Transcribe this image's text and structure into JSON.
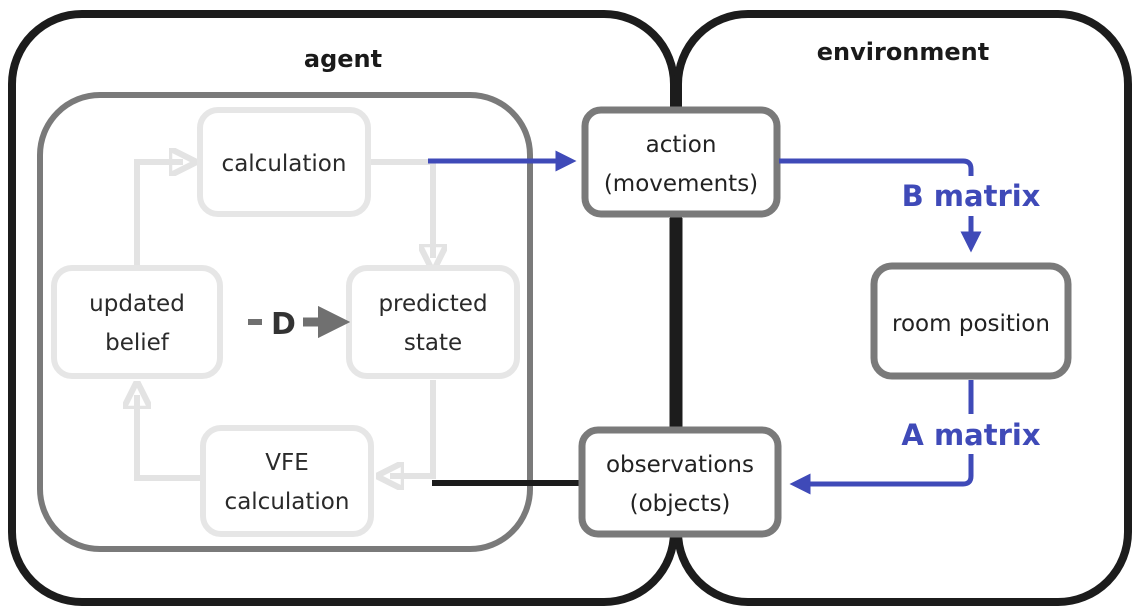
{
  "panels": {
    "agent": {
      "title": "agent"
    },
    "environment": {
      "title": "environment"
    }
  },
  "loop": {
    "calculation": "calculation",
    "updated_belief": [
      "updated",
      "belief"
    ],
    "predicted_state": [
      "predicted",
      "state"
    ],
    "vfe_calculation": [
      "VFE",
      "calculation"
    ],
    "prior_label": "D"
  },
  "interface": {
    "action": [
      "action",
      "(movements)"
    ],
    "observations": [
      "observations",
      "(objects)"
    ]
  },
  "environment": {
    "room_position": "room position",
    "b_matrix": "B matrix",
    "a_matrix": "A matrix"
  },
  "colors": {
    "panel_border": "#1c1c1c",
    "inner_border": "#7a7a7a",
    "faded_box": "#e6e6e6",
    "faded_arrow": "#e3e3e3",
    "matrix_blue": "#3f4ab8",
    "link_dark": "#1c1c1c",
    "prior_arrow": "#707070"
  }
}
